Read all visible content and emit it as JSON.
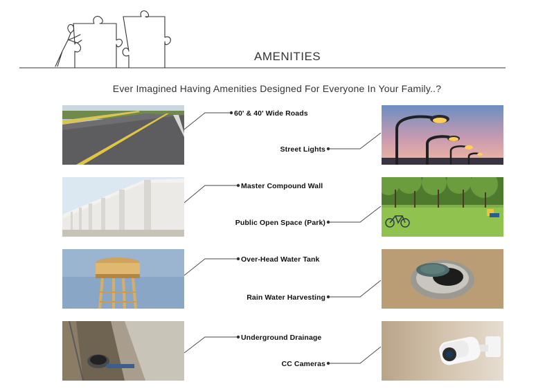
{
  "header": {
    "title": "AMENITIES",
    "subtitle": "Ever Imagined Having Amenities Designed For Everyone In Your Family..?"
  },
  "left_items": [
    {
      "label": "60' & 40' Wide Roads",
      "photo": "road"
    },
    {
      "label": "Master Compound Wall",
      "photo": "compound-wall"
    },
    {
      "label": "Over-Head Water Tank",
      "photo": "water-tank"
    },
    {
      "label": "Underground Drainage",
      "photo": "drainage"
    }
  ],
  "right_items": [
    {
      "label": "Street Lights",
      "photo": "street-lights"
    },
    {
      "label": "Public Open Space (Park)",
      "photo": "park"
    },
    {
      "label": "Rain Water Harvesting",
      "photo": "rain-water-pit"
    },
    {
      "label": "CC Cameras",
      "photo": "cctv-camera"
    }
  ],
  "colors": {
    "line": "#444444",
    "text": "#222222"
  }
}
